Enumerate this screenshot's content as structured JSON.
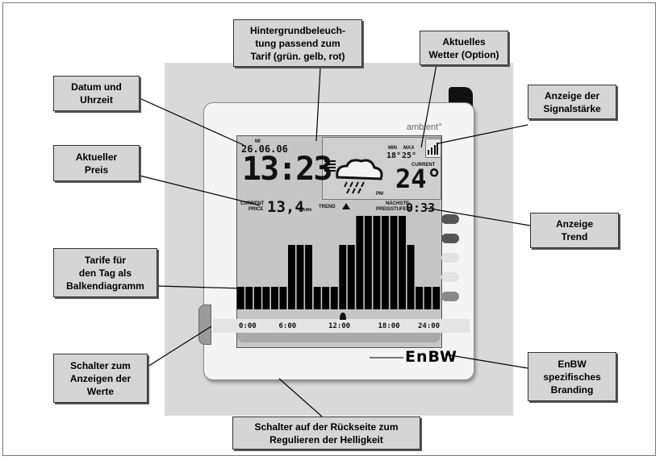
{
  "callouts": {
    "datum": "Datum und\nUhrzeit",
    "hintergrund": "Hintergrundbeleuch-\ntung passend zum\nTarif (grün. gelb, rot)",
    "wetter": "Aktuelles\nWetter (Option)",
    "signal": "Anzeige der\nSignalstärke",
    "preis": "Aktueller\nPreis",
    "trend": "Anzeige\nTrend",
    "tarife": "Tarife für\nden Tag als\nBalkendiagramm",
    "schalter": "Schalter zum\nAnzeigen der\nWerte",
    "branding": "EnBW\nspezifisches\nBranding",
    "rueckseite": "Schalter auf der Rückseite zum\nRegulieren der Helligkeit"
  },
  "device": {
    "brand_text": "ambient°",
    "logo_text": "EnBW",
    "day": "MI",
    "date": "26.06.06",
    "time": "13:23",
    "weather": {
      "min_label": "MIN",
      "max_label": "MAX",
      "min_value": "18°",
      "max_value": "25°",
      "current_label": "CURRENT",
      "current_value": "24°",
      "pm_label": "PM"
    },
    "price": {
      "label_line1": "CURRENT",
      "label_line2": "PRICE",
      "value": "13,4",
      "unit": "ct/kWh"
    },
    "trend_label": "TREND",
    "next_label_line1": "NÄCHSTE",
    "next_label_line2": "PREISSTUFE IN",
    "countdown": "0:33"
  },
  "chart_data": {
    "type": "bar",
    "x_tick_labels": [
      "0:00",
      "6:00",
      "12:00",
      "18:00",
      "24:00"
    ],
    "values": [
      1,
      1,
      1,
      1,
      1,
      1,
      2,
      2,
      2,
      1,
      1,
      1,
      2,
      2,
      3,
      3,
      3,
      3,
      3,
      3,
      2,
      1,
      1,
      1
    ],
    "level_note": "bar heights in relative tariff levels 1-3",
    "level_indicators": [
      "dark",
      "dark",
      "light",
      "light",
      "medium"
    ]
  },
  "colors": {
    "callout_bg": "#d5d5d5",
    "screen_bg": "#c6c6c6",
    "bars": "#000000"
  }
}
